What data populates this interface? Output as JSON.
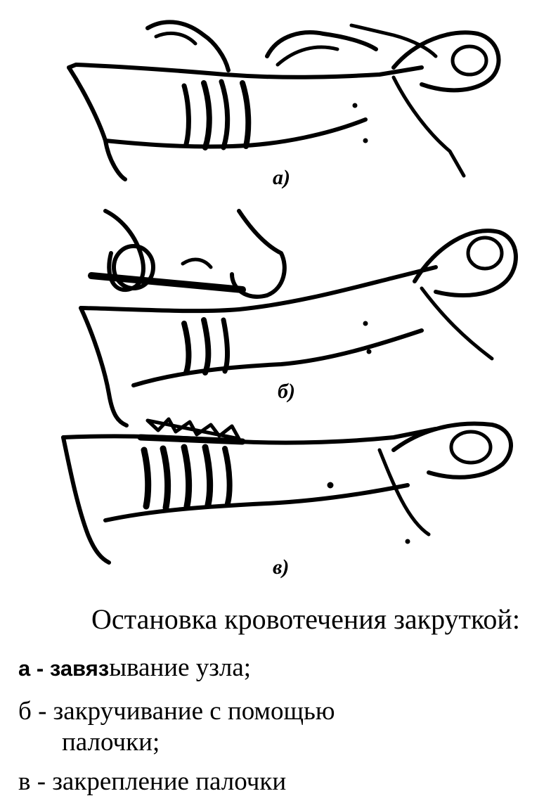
{
  "figure": {
    "panel_labels": [
      "а)",
      "б)",
      "в)"
    ],
    "caption": "Остановка кровотечения закруткой:",
    "legend": [
      {
        "letter": "а",
        "separator": " - ",
        "text_bold": "завяз",
        "text_rest": "ывание узла;"
      },
      {
        "letter": "б",
        "separator": " - ",
        "text": "закручивание с помощью",
        "continuation": "палочки;"
      },
      {
        "letter": "в",
        "separator": " - ",
        "text": "закрепление палочки"
      }
    ]
  }
}
